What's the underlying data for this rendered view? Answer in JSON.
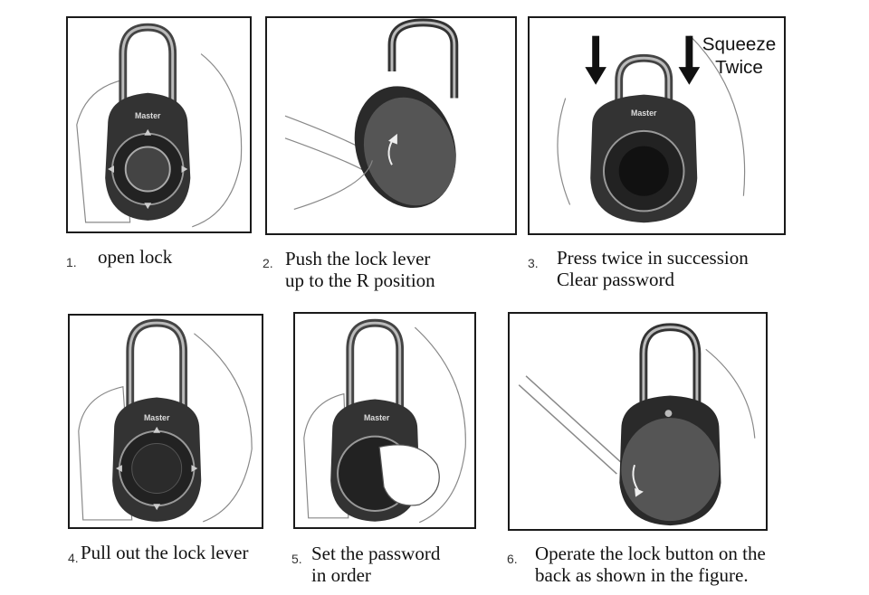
{
  "steps": [
    {
      "num": "1.",
      "line1": "open lock",
      "line2": ""
    },
    {
      "num": "2.",
      "line1": "Push the lock lever",
      "line2": "up to the R position"
    },
    {
      "num": "3.",
      "line1": "Press twice in succession",
      "line2": "Clear password"
    },
    {
      "num": "4.",
      "line1": "Pull out the lock lever",
      "line2": ""
    },
    {
      "num": "5.",
      "line1": "Set the password",
      "line2": "in order"
    },
    {
      "num": "6.",
      "line1": "Operate the lock button on the",
      "line2": "back as shown in the figure."
    }
  ],
  "brand": "Master",
  "callout": {
    "line1": "Squeeze",
    "line2": "Twice"
  }
}
